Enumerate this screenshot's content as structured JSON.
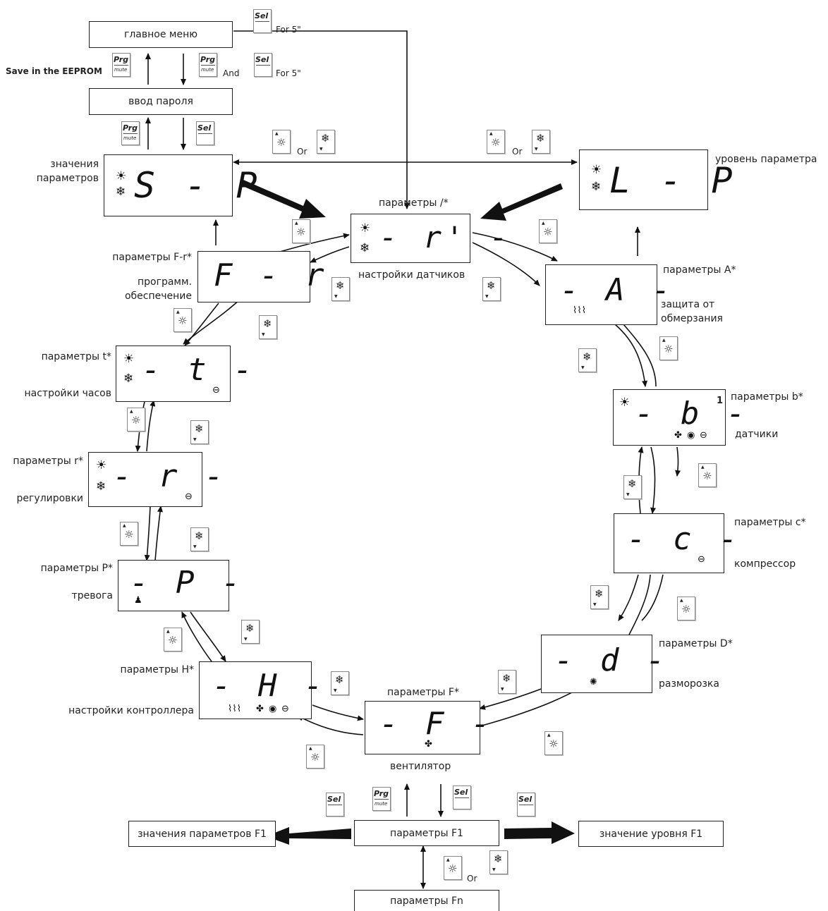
{
  "menu": {
    "main_menu": "главное меню",
    "password": "ввод пароля",
    "save_eeprom": "Save in the EEPROM",
    "and": "And",
    "for5_top": "For 5\"",
    "for5_mid": "For 5\"",
    "or": "Or"
  },
  "displays": {
    "sp": {
      "code": "S - P",
      "label_lines": [
        "значения",
        "параметров"
      ]
    },
    "lp": {
      "code": "L - P",
      "label": "уровень параметра"
    },
    "probe": {
      "code": "- r' -",
      "title": "параметры /*",
      "label": "настройки датчиков"
    },
    "fr": {
      "code": "F - r",
      "title": "параметры F-r*",
      "label_lines": [
        "программ.",
        "обеспечение"
      ]
    },
    "a": {
      "code": "- A -",
      "title": "параметры A*",
      "label_lines": [
        "защита от",
        "обмерзания"
      ]
    },
    "t": {
      "code": "- t -",
      "title": "параметры t*",
      "label": "настройки часов"
    },
    "b": {
      "code": "- b -",
      "sup": "1",
      "title": "параметры b*",
      "label": "датчики"
    },
    "r": {
      "code": "- r -",
      "title": "параметры r*",
      "label": "регулировки"
    },
    "c": {
      "code": "- c -",
      "title": "параметры c*",
      "label": "компрессор"
    },
    "p": {
      "code": "- P -",
      "title": "параметры P*",
      "label": "тревога"
    },
    "d": {
      "code": "- d -",
      "title": "параметры D*",
      "label": "разморозка"
    },
    "h": {
      "code": "- H -",
      "title": "параметры H*",
      "label": "настройки контроллера"
    },
    "f": {
      "code": "- F -",
      "title": "параметры F*",
      "label": "вентилятор"
    }
  },
  "bottom": {
    "f1": "параметры F1",
    "f1_values": "значения параметров F1",
    "f1_level": "значение уровня F1",
    "fn": "параметры Fn"
  },
  "keys": {
    "prg": "Prg",
    "mute": "mute",
    "sel": "Sel"
  },
  "icons": {
    "sun": "sun-icon",
    "snow": "snowflake-icon",
    "fan": "fan-icon",
    "compressor": "compressor-icon",
    "defrost": "defrost-icon",
    "pump": "pump-icon",
    "heater": "heater-icon",
    "alarm": "bell-icon"
  }
}
